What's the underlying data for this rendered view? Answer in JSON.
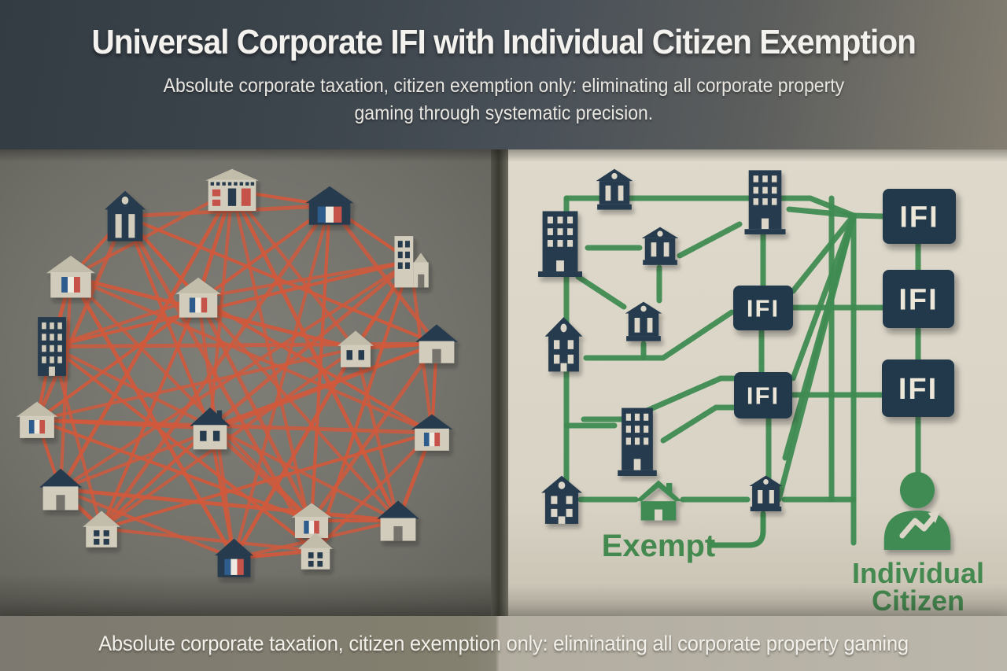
{
  "header": {
    "title": "Universal Corporate IFI with Individual Citizen Exemption",
    "subtitle_line1": "Absolute corporate taxation, citizen exemption only: eliminating all corporate property",
    "subtitle_line2": "gaming through systematic precision."
  },
  "right_panel": {
    "ifi_label": "IFI",
    "exempt_label": "Exempt",
    "citizen_line1": "Individual",
    "citizen_line2": "Citizen"
  },
  "footer": {
    "text": "Absolute corporate taxation, citizen exemption only: eliminating all corporate property gaming"
  },
  "icons": {
    "left_network": [
      "bank-icon",
      "classical-building-icon",
      "french-flag-house-icon",
      "apartment-building-icon",
      "house-icon"
    ],
    "right_network": [
      "bank-icon",
      "apartment-building-icon",
      "tall-house-icon",
      "ifi-tax-box",
      "exempt-house-icon",
      "individual-citizen-person-icon"
    ]
  },
  "colors": {
    "orange_network": "#d2593c",
    "green_network": "#3f8b52",
    "green_text": "#44894f",
    "navy": "#263a4e",
    "ifi_box": "#24384c",
    "ifi_text": "#ece7d8",
    "beige_icon": "#d2ccbc",
    "beige_roof": "#c2bcab",
    "flag_blue": "#2e5b8d",
    "flag_white": "#efeae0",
    "flag_red": "#c5524a",
    "left_wall": "#74736c",
    "right_wall": "#dcd6c8",
    "divider": "#3a3931"
  }
}
